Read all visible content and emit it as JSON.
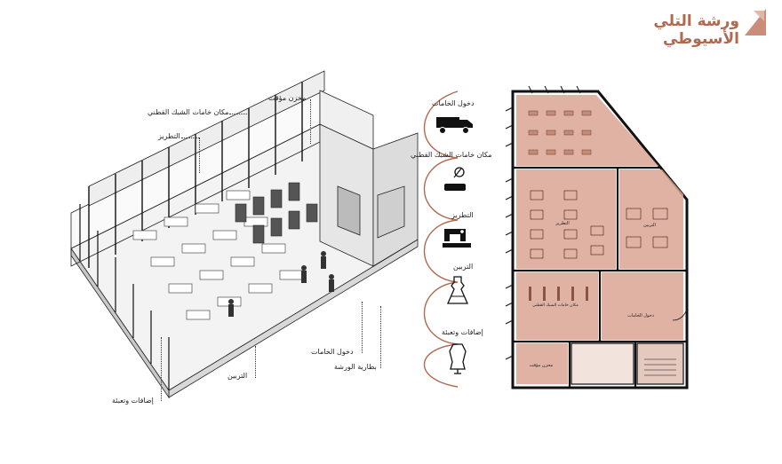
{
  "title": "ورشة التلي الأسيوطي",
  "axonometric": {
    "labels": {
      "temp_storage": "مخزن مؤقت",
      "net_materials": "مكان خامات الشبك القطني",
      "embroidery": "التطريز",
      "materials_entry": "دخول الخامات",
      "workshop_card": "بطارية الورشة",
      "tally": "التربين",
      "packaging": "إضافات وتعبئة"
    }
  },
  "process": {
    "steps": [
      {
        "label": "دخول الخامات",
        "icon": "truck-icon"
      },
      {
        "label": "مكان خامات الشبك القطني",
        "icon": "spool-icon"
      },
      {
        "label": "التطريز",
        "icon": "sewing-machine-icon"
      },
      {
        "label": "التربين",
        "icon": "dress-icon"
      },
      {
        "label": "إضافات وتعبئة",
        "icon": "mannequin-icon"
      }
    ]
  },
  "plan": {
    "rooms": {
      "embroidery": "التطريز",
      "tally": "التربين",
      "net_materials": "مكان خامات الشبك القطني",
      "entry": "دخول الخامات",
      "temp_storage": "مخزن مؤقت"
    },
    "colors": {
      "fill": "#d9a594",
      "fill_light": "#ead0c6",
      "wall": "#111111",
      "accent": "#b06a50"
    }
  }
}
